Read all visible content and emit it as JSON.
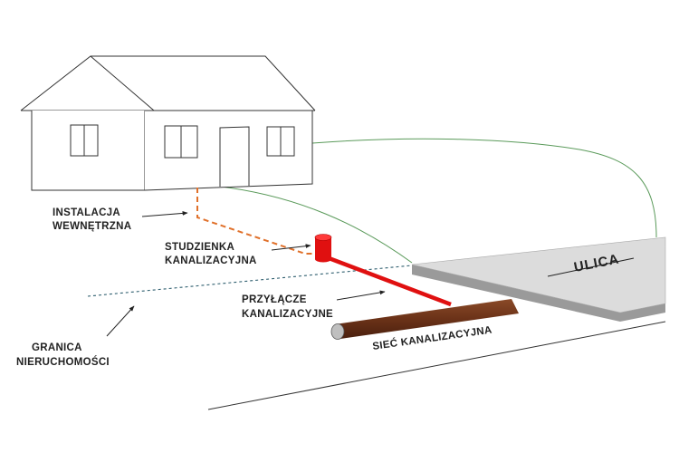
{
  "labels": {
    "internal_installation": [
      "INSTALACJA",
      "WEWNĘTRZNA"
    ],
    "sewer_manhole": [
      "STUDZIENKA",
      "KANALIZACYJNA"
    ],
    "sewer_connection": [
      "PRZYŁĄCZE",
      "KANALIZACYJNE"
    ],
    "property_boundary": [
      "GRANICA",
      "NIERUCHOMOŚCI"
    ],
    "sewer_network": "SIEĆ KANALIZACYJNA",
    "street": "ULICA"
  },
  "colors": {
    "internal_installation": "#e0702a",
    "connection_pipe": "#e01010",
    "manhole": "#e01010",
    "sewer_main": "#6b3218",
    "ground_line": "#5a9a5a",
    "boundary_line": "#2f5f6f",
    "street_top": "#dcdcdc",
    "street_side": "#9a9a9a"
  }
}
